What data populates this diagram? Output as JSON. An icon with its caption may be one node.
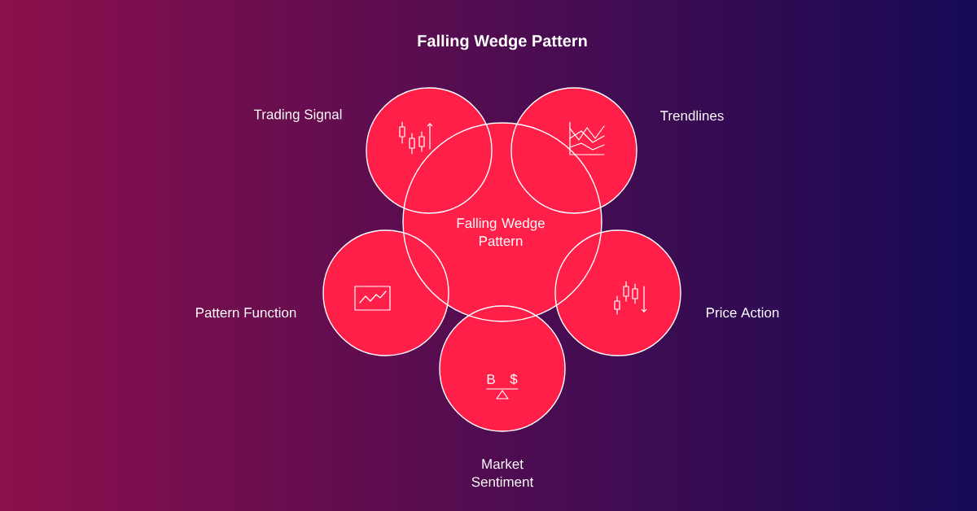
{
  "diagram": {
    "title": "Falling Wedge Pattern",
    "nodes": [
      {
        "text": [
          "Trading Signal"
        ]
      },
      {
        "text": [
          "Trendlines"
        ]
      },
      {
        "text": [
          "Falling Wedge Pattern"
        ]
      },
      {
        "text": [
          "Pattern Function"
        ]
      },
      {
        "text": [
          "Price Action"
        ]
      },
      {
        "text": [
          "Market Sentiment"
        ]
      }
    ],
    "labels": [
      "B",
      "$"
    ]
  }
}
